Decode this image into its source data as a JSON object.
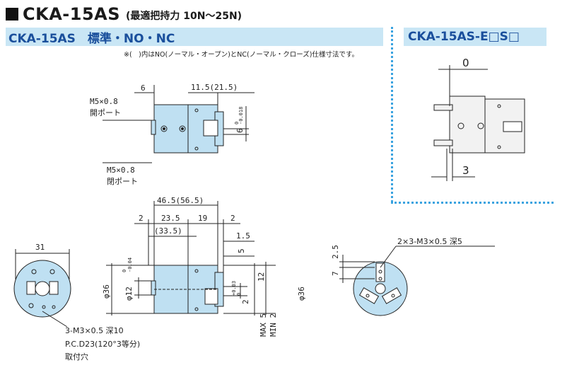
{
  "header": {
    "model": "CKA-15AS",
    "subtitle": "(最適把持力 10N～25N)"
  },
  "bands": {
    "left": "CKA-15AS　標準・NO・NC",
    "right": "CKA-15AS-E□S□"
  },
  "note": "※(　)内はNO(ノーマル・オープン)とNC(ノーマル・クローズ)仕様寸法です。",
  "top_view": {
    "dim_6": "6",
    "dim_11_5": "11.5(21.5)",
    "port1_a": "M5×0.8",
    "port1_b": "開ポート",
    "port2_a": "M5×0.8",
    "port2_b": "閉ポート",
    "dim_6_tol": "6",
    "tol_a": "0",
    "tol_b": "-0.018"
  },
  "option_view": {
    "dim_0": "0",
    "dim_3": "3"
  },
  "front_view": {
    "dim_46_5": "46.5(56.5)",
    "dim_2a": "2",
    "dim_23_5": "23.5",
    "dim_19": "19",
    "dim_2b": "2",
    "dim_33_5": "(33.5)",
    "dim_1_5": "1.5",
    "dim_5": "5",
    "dim_12": "12",
    "phi36_left": "φ36",
    "phi12": "φ12",
    "phi12_tol_a": "0",
    "phi12_tol_b": "-0.04",
    "dim_2_tol": "2",
    "tol2_a": "+0.03",
    "tol2_b": "0",
    "max5": "MAX 5",
    "min2": "MIN 2",
    "phi36_right": "φ36"
  },
  "left_view": {
    "dim_31": "31",
    "mount_a": "3-M3×0.5 深10",
    "mount_b": "P.C.D23(120°3等分)",
    "mount_c": "取付穴"
  },
  "right_view": {
    "dim_2_5": "2.5",
    "dim_7": "7",
    "thread": "2×3-M3×0.5 深5"
  },
  "colors": {
    "body": "#bfe0f2",
    "band": "#c9e6f5",
    "band_text": "#1a4f9c",
    "separator": "#3aa3e0"
  }
}
